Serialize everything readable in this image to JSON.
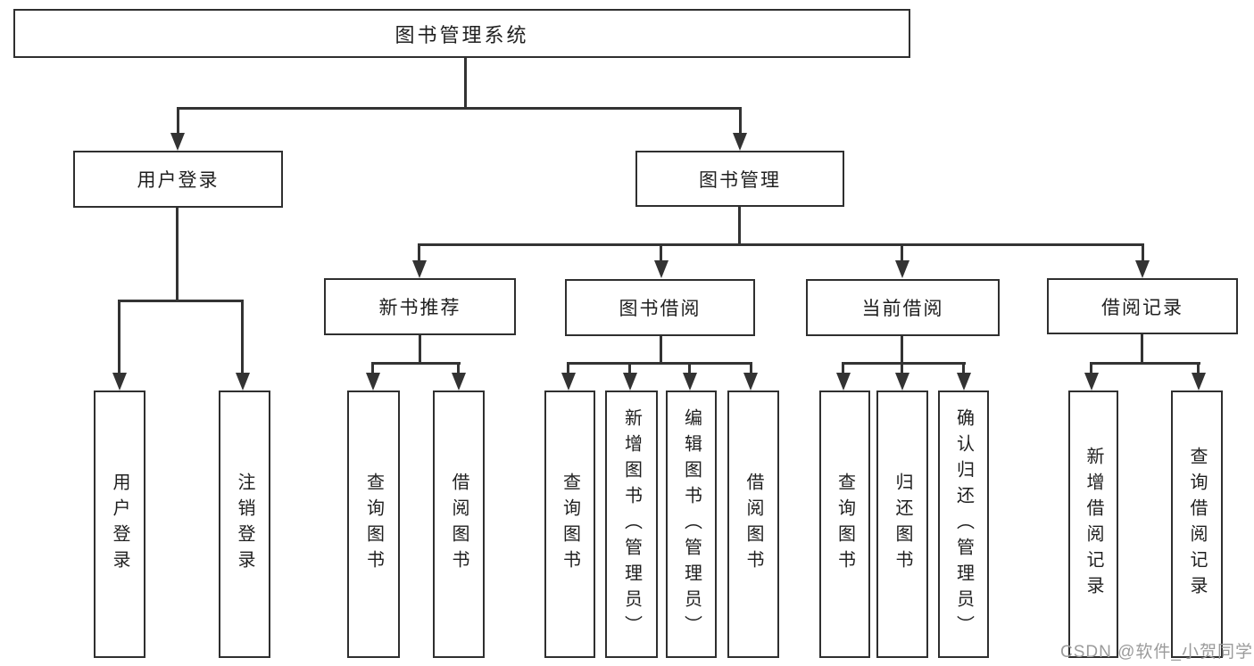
{
  "title": "图书管理系统",
  "watermark": "CSDN @软件_小贺同学",
  "colors": {
    "line": "#333333",
    "box_border": "#2f2f2f",
    "text": "#1f1f1f",
    "watermark": "#9b9b9b",
    "background": "#ffffff"
  },
  "nodes": {
    "root": "图书管理系统",
    "user": {
      "label": "用户登录",
      "children": {
        "login": "用户登录",
        "logout": "注销登录"
      }
    },
    "mgmt": {
      "label": "图书管理",
      "children": {
        "recommend": {
          "label": "新书推荐",
          "children": {
            "query": "查询图书",
            "borrow": "借阅图书"
          }
        },
        "borrow": {
          "label": "图书借阅",
          "children": {
            "query": "查询图书",
            "add": "新增图书（管理员）",
            "edit": "编辑图书（管理员）",
            "borrow": "借阅图书"
          }
        },
        "current": {
          "label": "当前借阅",
          "children": {
            "query": "查询图书",
            "return": "归还图书",
            "confirm": "确认归还（管理员）"
          }
        },
        "records": {
          "label": "借阅记录",
          "children": {
            "add": "新增借阅记录",
            "query": "查询借阅记录"
          }
        }
      }
    }
  }
}
